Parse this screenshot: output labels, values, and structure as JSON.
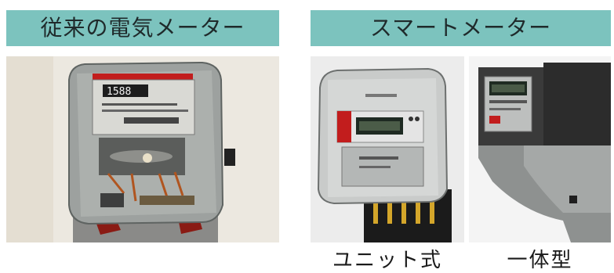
{
  "left_panel": {
    "title": "従来の電気メーター",
    "photo": {
      "subject": "analog-electric-meter",
      "register_digits": "1588"
    }
  },
  "right_panel": {
    "title": "スマートメーター",
    "photos": [
      {
        "subject": "smart-meter-unit-type",
        "caption": "ユニット式"
      },
      {
        "subject": "smart-meter-integrated-type",
        "caption": "一体型"
      }
    ]
  },
  "colors": {
    "header_bg": "#7cc3be",
    "header_text": "#1f2a2b",
    "meter_red_band": "#c21d1d"
  }
}
